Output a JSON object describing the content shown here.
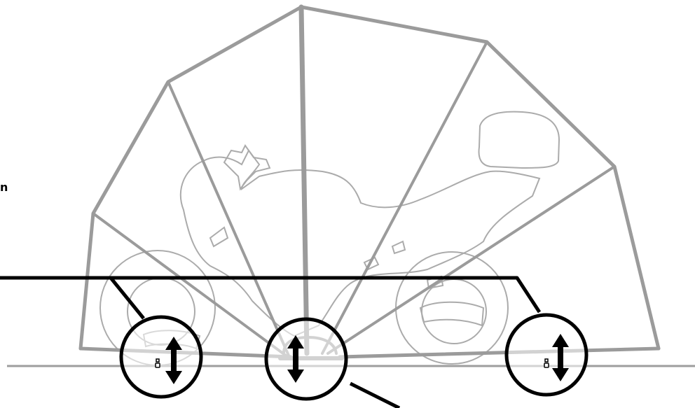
{
  "diagram": {
    "edge_text": "n",
    "colors": {
      "frame": "#9b9b9b",
      "outline": "#a9a9a9",
      "ground": "#9e9e9e",
      "callout": "#000000"
    },
    "callouts": [
      {
        "name": "callout-front-anchor",
        "icon": "double-arrow-vertical-icon"
      },
      {
        "name": "callout-center-anchor",
        "icon": "double-arrow-vertical-icon"
      },
      {
        "name": "callout-rear-anchor",
        "icon": "double-arrow-vertical-icon"
      }
    ],
    "subject_icon": "motorcycle-outline",
    "structure_icon": "folding-shelter-frame"
  }
}
